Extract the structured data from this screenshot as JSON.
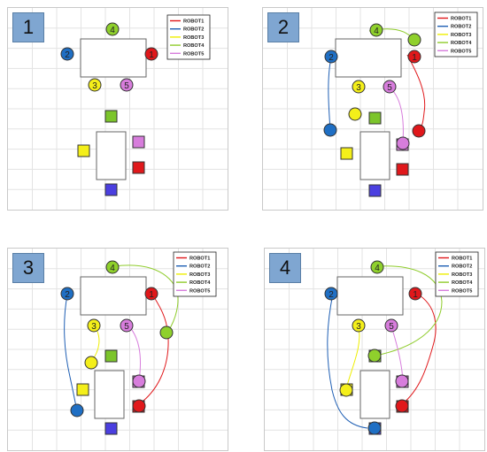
{
  "panels": [
    {
      "number": "1"
    },
    {
      "number": "2"
    },
    {
      "number": "3"
    },
    {
      "number": "4"
    }
  ],
  "legend": [
    {
      "label": "ROBOT1",
      "color": "#e0181b"
    },
    {
      "label": "ROBOT2",
      "color": "#1f5fb4"
    },
    {
      "label": "ROBOT3",
      "color": "#eeee00"
    },
    {
      "label": "ROBOT4",
      "color": "#8fcc2c"
    },
    {
      "label": "ROBOT5",
      "color": "#d77ddc"
    }
  ],
  "robots": [
    {
      "number": "1",
      "color": "#e0181b"
    },
    {
      "number": "2",
      "color": "#1f6fc4"
    },
    {
      "number": "3",
      "color": "#f4ef1a"
    },
    {
      "number": "4",
      "color": "#8fd02c"
    },
    {
      "number": "5",
      "color": "#d77ddc"
    }
  ],
  "goal_colors": {
    "green": "#7cc52b",
    "yellow": "#f4ef1a",
    "pink": "#d77ddc",
    "red": "#e0181b",
    "blue": "#4b3fe0"
  }
}
